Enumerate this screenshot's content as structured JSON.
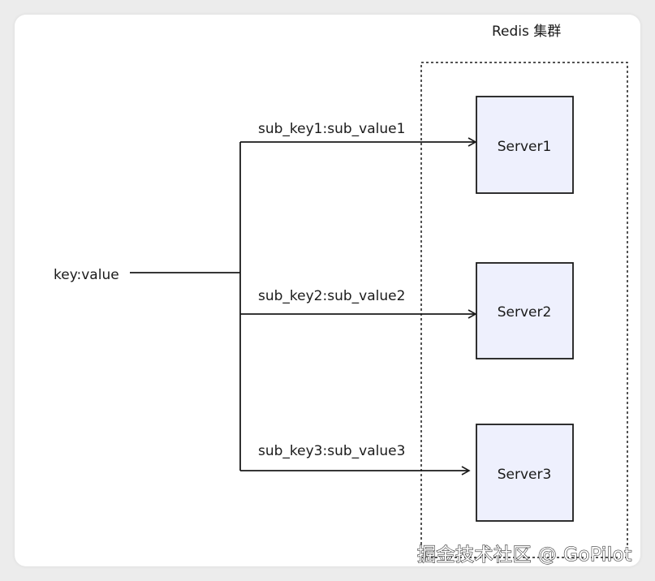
{
  "source": {
    "label": "key:value"
  },
  "cluster": {
    "title": "Redis 集群"
  },
  "branches": [
    {
      "label": "sub_key1:sub_value1"
    },
    {
      "label": "sub_key2:sub_value2"
    },
    {
      "label": "sub_key3:sub_value3"
    }
  ],
  "servers": [
    {
      "label": "Server1"
    },
    {
      "label": "Server2"
    },
    {
      "label": "Server3"
    }
  ],
  "watermark": "掘金技术社区 @ GoPilot",
  "colors": {
    "server_fill": "#eef0fd",
    "stroke": "#1a1a1a",
    "background": "#ffffff"
  }
}
